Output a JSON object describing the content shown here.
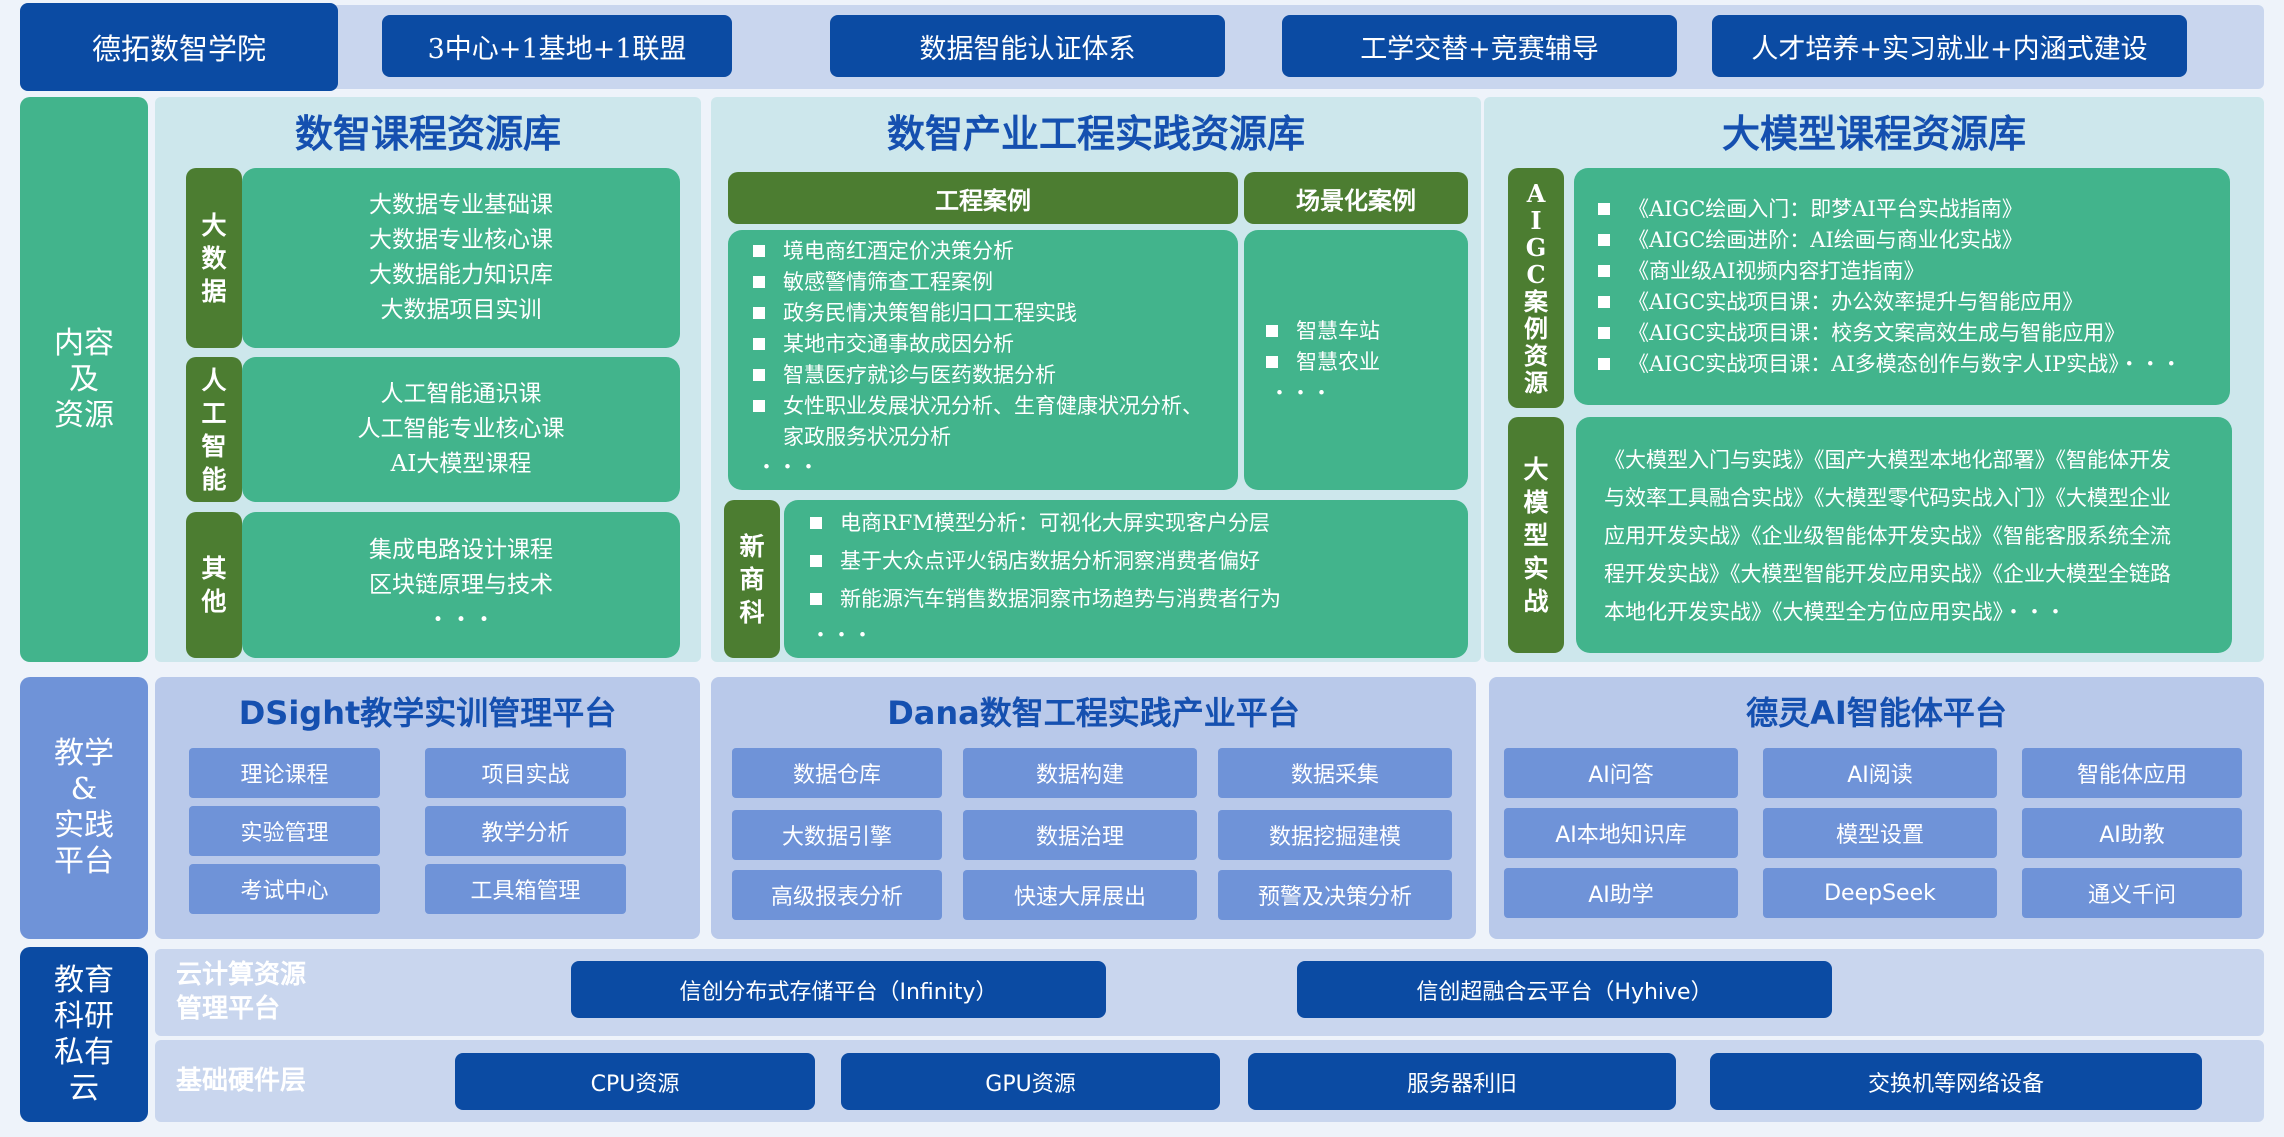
{
  "header": {
    "brand": "德拓数智学院",
    "pills": [
      "3中心+1基地+1联盟",
      "数据智能认证体系",
      "工学交替+竞赛辅导",
      "人才培养+实习就业+内涵式建设"
    ]
  },
  "categories": {
    "content": "内容\n及\n资源",
    "platform": "教学\n&\n实践\n平台",
    "cloud": "教育\n科研\n私有\n云"
  },
  "course_lib": {
    "title": "数智课程资源库",
    "groups": [
      {
        "label": "大\n数\n据",
        "items": [
          "大数据专业基础课",
          "大数据专业核心课",
          "大数据能力知识库",
          "大数据项目实训"
        ]
      },
      {
        "label": "人\n工\n智\n能",
        "items": [
          "人工智能通识课",
          "人工智能专业核心课",
          "AI大模型课程"
        ]
      },
      {
        "label": "其\n他",
        "items": [
          "集成电路设计课程",
          "区块链原理与技术",
          "・・・"
        ]
      }
    ]
  },
  "industry_lib": {
    "title": "数智产业工程实践资源库",
    "eng_header": "工程案例",
    "scene_header": "场景化案例",
    "eng_items": [
      "境电商红酒定价决策分析",
      "敏感警情筛查工程案例",
      "政务民情决策智能归口工程实践",
      "某地市交通事故成因分析",
      "智慧医疗就诊与医药数据分析",
      "女性职业发展状况分析、生育健康状况分析、",
      "家政服务状况分析"
    ],
    "eng_more": "・・・",
    "scene_items": [
      "智慧车站",
      "智慧农业"
    ],
    "scene_more": "・・・",
    "new_label": "新\n商\n科",
    "new_items": [
      "电商RFM模型分析：可视化大屏实现客户分层",
      "基于大众点评火锅店数据分析洞察消费者偏好",
      "新能源汽车销售数据洞察市场趋势与消费者行为"
    ],
    "new_more": "・・・"
  },
  "llm_lib": {
    "title": "大模型课程资源库",
    "aigc_label": "A\nI\nG\nC\n案\n例\n资\n源",
    "aigc_items": [
      "《AIGC绘画入门：即梦AI平台实战指南》",
      "《AIGC绘画进阶：AI绘画与商业化实战》",
      "《商业级AI视频内容打造指南》",
      "《AIGC实战项目课：办公效率提升与智能应用》",
      "《AIGC实战项目课：校务文案高效生成与智能应用》",
      "《AIGC实战项目课：AI多模态创作与数字人IP实战》・・・"
    ],
    "practice_label": "大\n模\n型\n实\n战",
    "practice_lines": [
      "《大模型入门与实践》《国产大模型本地化部署》《智能体开发",
      "与效率工具融合实战》《大模型零代码实战入门》《大模型企业",
      "应用开发实战》《企业级智能体开发实战》《智能客服系统全流",
      "程开发实战》《大模型智能开发应用实战》《企业大模型全链路",
      "本地化开发实战》《大模型全方位应用实战》・・・"
    ]
  },
  "platforms": [
    {
      "title": "DSight教学实训管理平台",
      "buttons": [
        "理论课程",
        "项目实战",
        "实验管理",
        "教学分析",
        "考试中心",
        "工具箱管理"
      ]
    },
    {
      "title": "Dana数智工程实践产业平台",
      "buttons": [
        "数据仓库",
        "数据构建",
        "数据采集",
        "大数据引擎",
        "数据治理",
        "数据挖掘建模",
        "高级报表分析",
        "快速大屏展出",
        "预警及决策分析"
      ]
    },
    {
      "title": "德灵AI智能体平台",
      "buttons": [
        "AI问答",
        "AI阅读",
        "智能体应用",
        "AI本地知识库",
        "模型设置",
        "AI助教",
        "AI助学",
        "DeepSeek",
        "通义千问"
      ]
    }
  ],
  "cloud": {
    "row1_label": "云计算资源\n管理平台",
    "row1_buttons": [
      "信创分布式存储平台（Infinity）",
      "信创超融合云平台（Hyhive）"
    ],
    "row2_label": "基础硬件层",
    "row2_buttons": [
      "CPU资源",
      "GPU资源",
      "服务器利旧",
      "交换机等网络设备"
    ]
  }
}
